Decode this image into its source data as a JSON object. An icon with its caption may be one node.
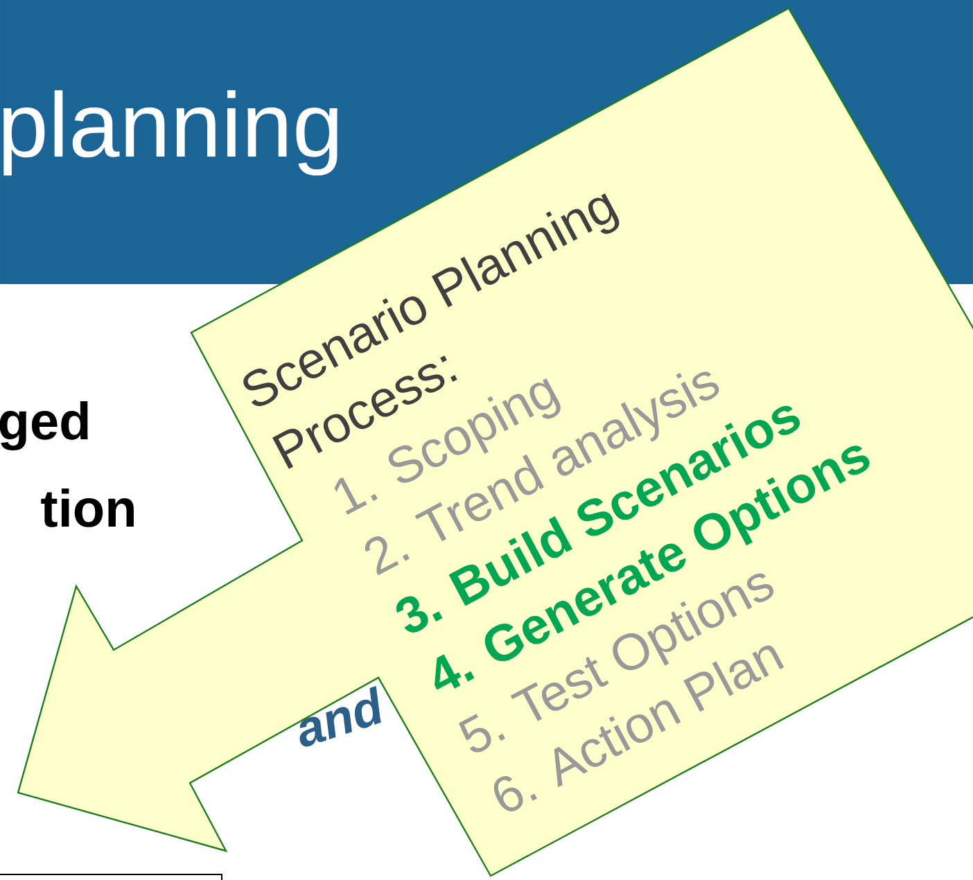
{
  "diagram": {
    "title": "planning",
    "nodes": [
      {
        "text": [
          "Scenario Planning Process:",
          "1. Scoping",
          "2. Trend analysis",
          "3. Build Scenarios",
          "4. Generate Options",
          "5. Test Options",
          "6. Action Plan"
        ]
      }
    ],
    "labels": [
      "ged",
      "tion",
      "and"
    ]
  }
}
